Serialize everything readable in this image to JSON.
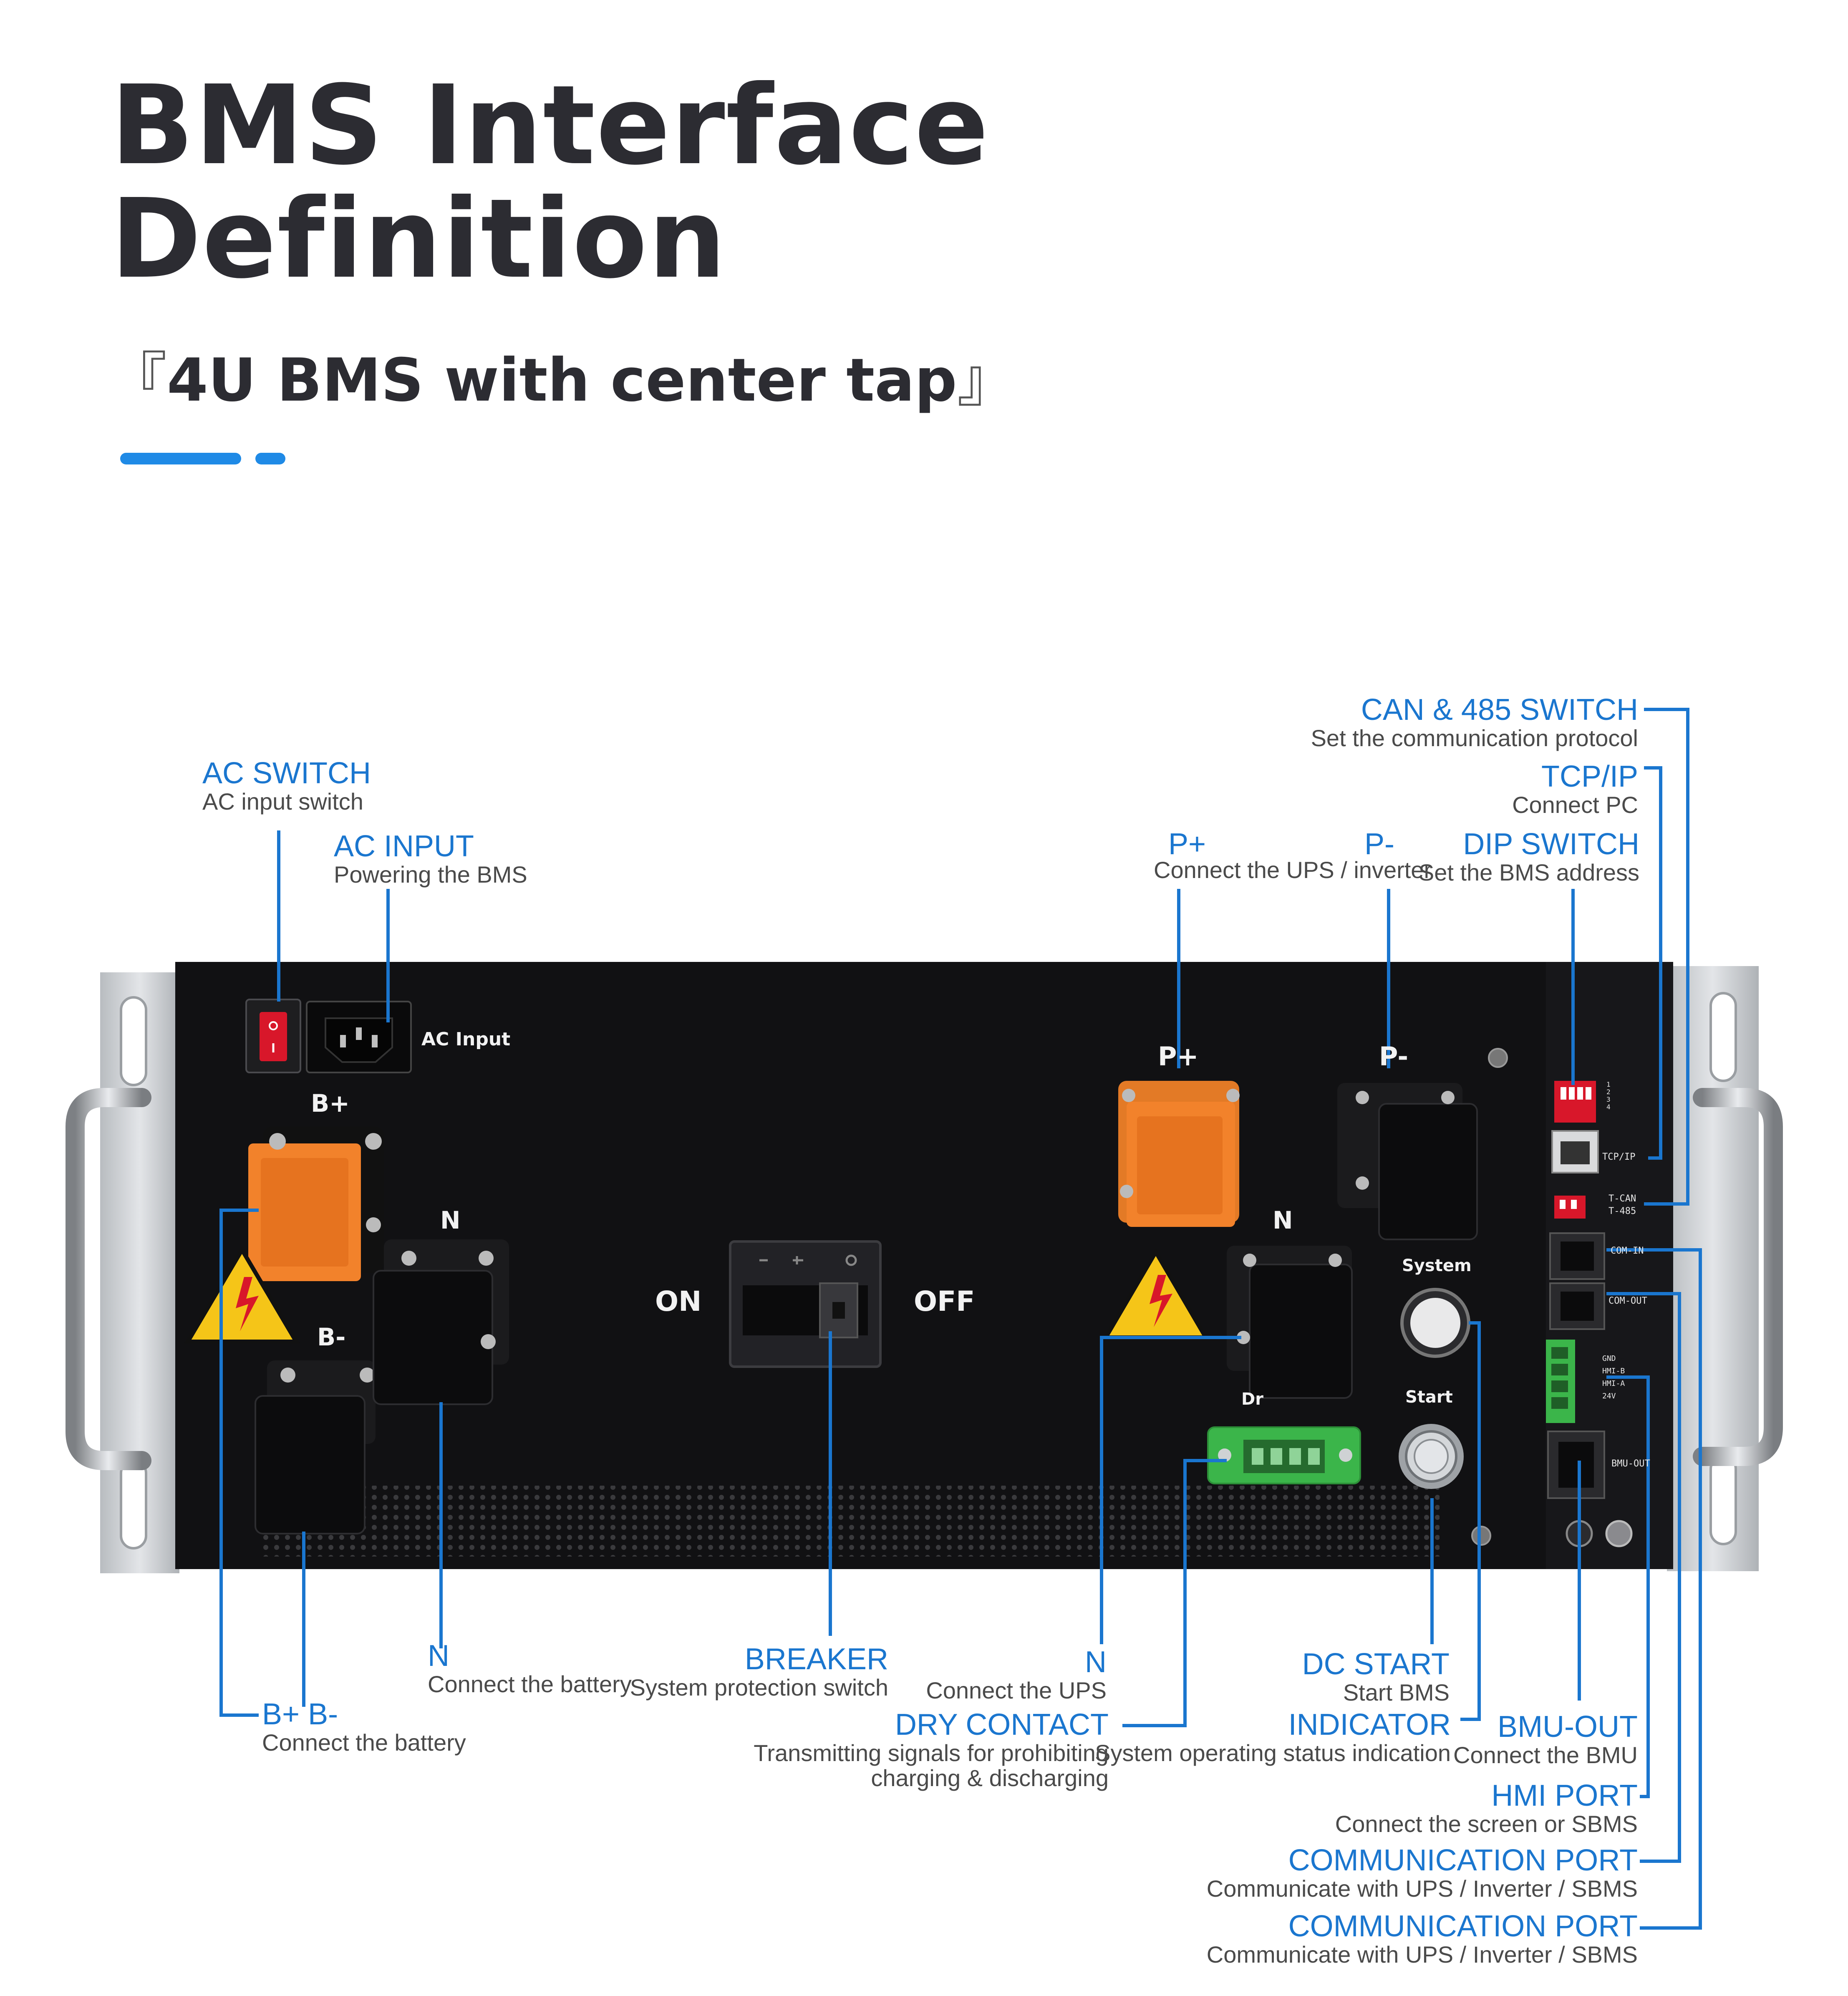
{
  "page": {
    "title_line1": "BMS Interface",
    "title_line2": "Definition",
    "subtitle_open": "『",
    "subtitle": "4U BMS with center tap",
    "subtitle_close": "』"
  },
  "panel": {
    "ac_input": "AC Input",
    "b_plus": "B+",
    "b_minus": "B-",
    "n_left": "N",
    "on": "ON",
    "off": "OFF",
    "p_plus": "P+",
    "p_minus": "P-",
    "n_right": "N",
    "system": "System",
    "start": "Start",
    "dry": "Dr",
    "dip_labels": "1\n2\n3\n4",
    "tcp_ip": "TCP/IP",
    "t_can": "T-CAN",
    "t_485": "T-485",
    "com_in": "COM-IN",
    "com_out": "COM-OUT",
    "gnd": "GND",
    "hmi_b": "HMI-B",
    "hmi_a": "HMI-A",
    "v24": "24V",
    "bmu_out": "BMU-OUT"
  },
  "callouts": {
    "ac_switch": {
      "title": "AC SWITCH",
      "desc": "AC input switch"
    },
    "ac_input": {
      "title": "AC INPUT",
      "desc": "Powering the BMS"
    },
    "p_plus_minus": {
      "title_plus": "P+",
      "title_minus": "P-",
      "desc": "Connect the UPS / inverter"
    },
    "dip_switch": {
      "title": "DIP SWITCH",
      "desc": "Set the BMS address"
    },
    "tcp_ip": {
      "title": "TCP/IP",
      "desc": "Connect PC"
    },
    "can_485": {
      "title": "CAN & 485 SWITCH",
      "desc": "Set the communication protocol"
    },
    "b_plus_minus": {
      "title": "B+ B-",
      "desc": "Connect the battery"
    },
    "n_left": {
      "title": "N",
      "desc": "Connect the battery"
    },
    "breaker": {
      "title": "BREAKER",
      "desc": "System protection switch"
    },
    "n_right": {
      "title": "N",
      "desc": "Connect the UPS"
    },
    "dry_contact": {
      "title": "DRY CONTACT",
      "desc1": "Transmitting signals for prohibiting",
      "desc2": "charging & discharging"
    },
    "dc_start": {
      "title": "DC START",
      "desc": "Start BMS"
    },
    "indicator": {
      "title": "INDICATOR",
      "desc": "System operating status indication"
    },
    "bmu_out": {
      "title": "BMU-OUT",
      "desc": "Connect the BMU"
    },
    "hmi_port": {
      "title": "HMI PORT",
      "desc": "Connect the screen or SBMS"
    },
    "comm_port_1": {
      "title": "COMMUNICATION PORT",
      "desc": "Communicate with UPS / Inverter / SBMS"
    },
    "comm_port_2": {
      "title": "COMMUNICATION PORT",
      "desc": "Communicate with UPS / Inverter / SBMS"
    }
  },
  "colors": {
    "accent": "#1a76cf",
    "panel": "#111113",
    "orange": "#f2822b",
    "green": "#3bb54a"
  }
}
